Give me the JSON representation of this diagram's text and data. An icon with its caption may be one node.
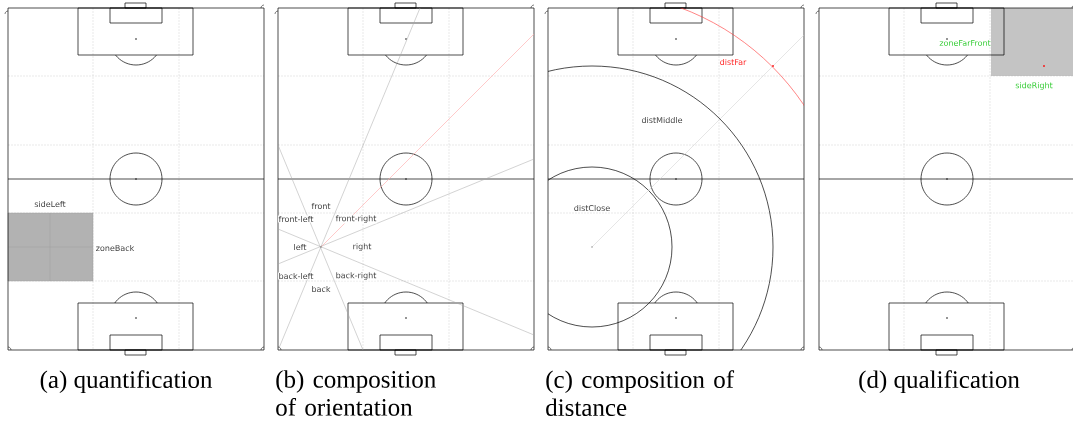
{
  "diagram": {
    "labels": [
      "sideLeft",
      "zoneBack",
      "front",
      "front-left",
      "front-right",
      "left",
      "right",
      "back-left",
      "back-right",
      "back",
      "distFar",
      "distMiddle",
      "distClose",
      "zoneFarFront",
      "sideRight",
      "(a) quantification",
      "(b) composition of orientation",
      "(c) composition of distance",
      "(d) qualification"
    ]
  }
}
